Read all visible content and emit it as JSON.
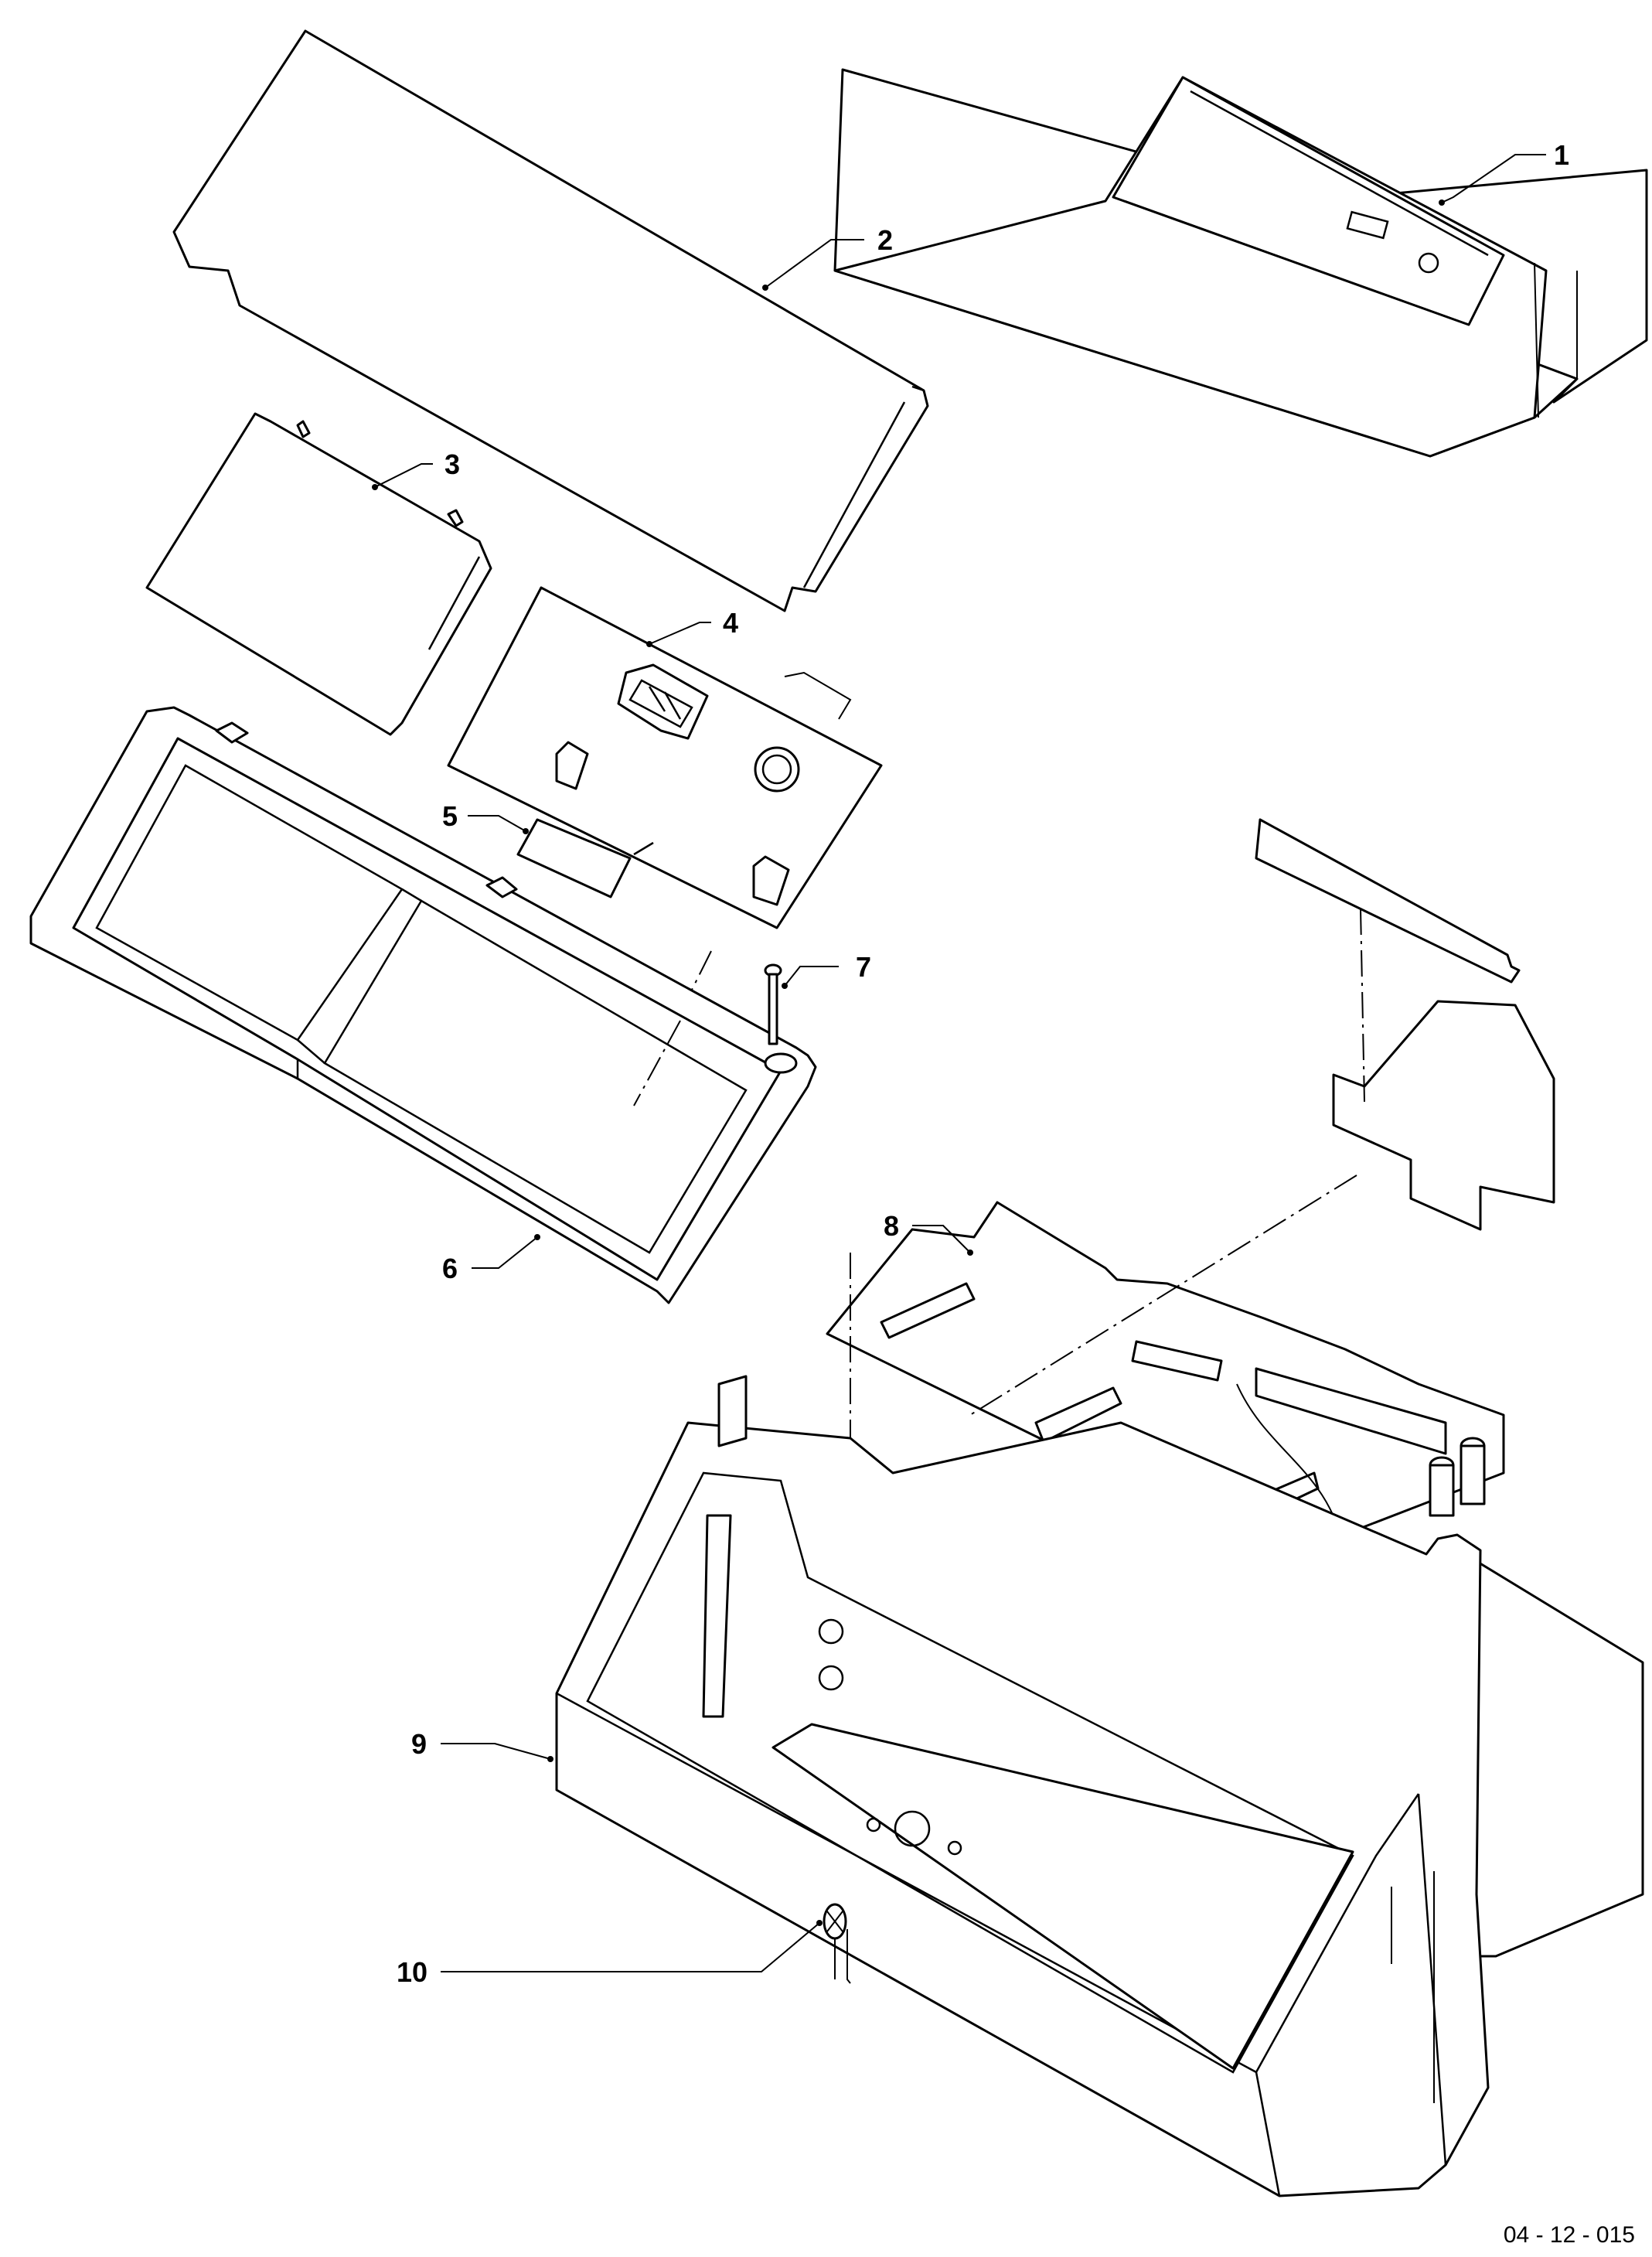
{
  "callouts": {
    "c1": "1",
    "c2": "2",
    "c3": "3",
    "c4": "4",
    "c5": "5",
    "c6": "6",
    "c7": "7",
    "c8": "8",
    "c9": "9",
    "c10": "10"
  },
  "drawing_ref": "04 - 12 - 015",
  "colors": {
    "line": "#000000",
    "background": "#ffffff"
  }
}
